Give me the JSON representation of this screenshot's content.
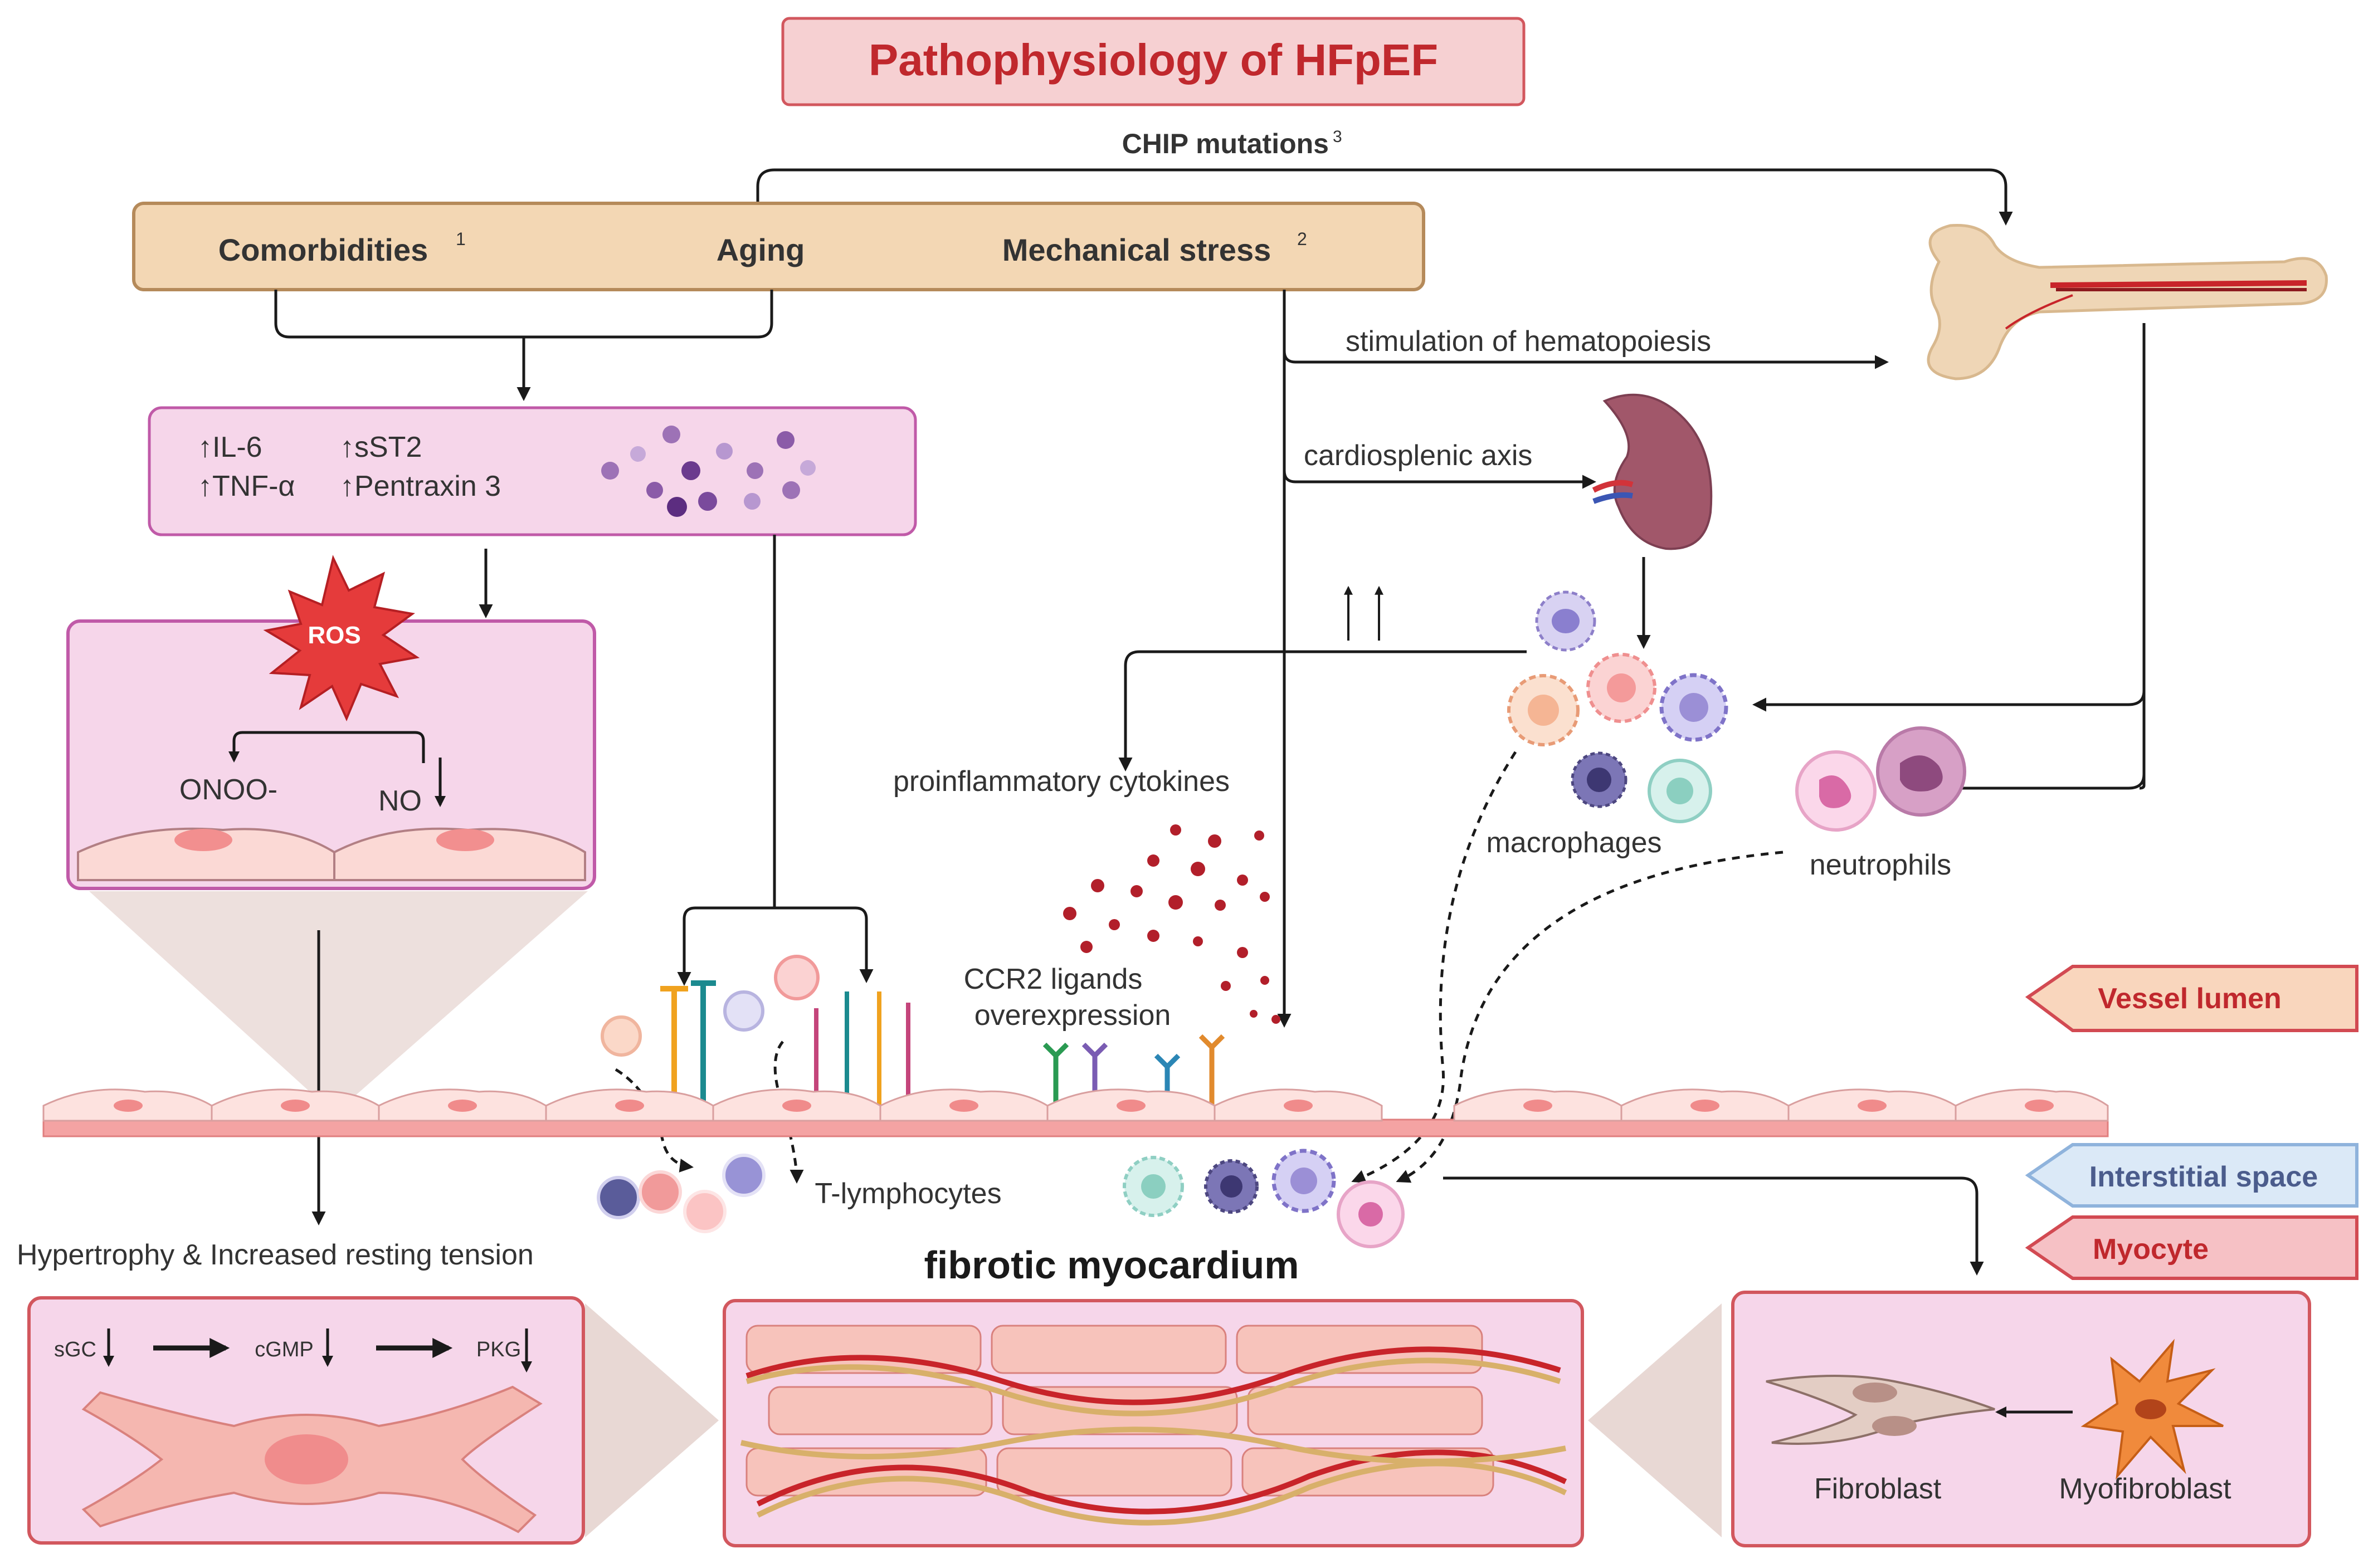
{
  "title": "Pathophysiology of HFpEF",
  "chip": {
    "label": "CHIP mutations",
    "sup": "3"
  },
  "factors": {
    "comorbidities": "Comorbidities",
    "comorbidities_sup": "1",
    "aging": "Aging",
    "mechanical": "Mechanical stress",
    "mechanical_sup": "2"
  },
  "markers": {
    "il6": "↑IL-6",
    "tnf": "↑TNF-α",
    "sst2": "↑sST2",
    "pentraxin": "↑Pentraxin 3"
  },
  "ros": "ROS",
  "onoo": "ONOO-",
  "no": "NO",
  "hematopoiesis": "stimulation of hematopoiesis",
  "cardiosplenic": "cardiosplenic axis",
  "proinflammatory": "proinflammatory cytokines",
  "ccr2_line1": "CCR2 ligands",
  "ccr2_line2": "overexpression",
  "macrophages": "macrophages",
  "neutrophils": "neutrophils",
  "tlymph": "T-lymphocytes",
  "hypertrophy": "Hypertrophy & Increased resting tension",
  "fibrotic": "fibrotic myocardium",
  "sgc": "sGC",
  "cgmp": "cGMP",
  "pkg": "PKG",
  "fibroblast": "Fibroblast",
  "myofibroblast": "Myofibroblast",
  "legend": {
    "vessel": "Vessel lumen",
    "interstitial": "Interstitial space",
    "myocyte": "Myocyte"
  },
  "colors": {
    "title_text": "#c0282d",
    "title_bg": "#f6d0d2",
    "factor_bg": "#f3d7b4",
    "factor_border": "#b58a5a",
    "pink_panel": "#f6d6ea",
    "panel_border": "#c05aa8",
    "vessel": "#f4a3a3"
  }
}
